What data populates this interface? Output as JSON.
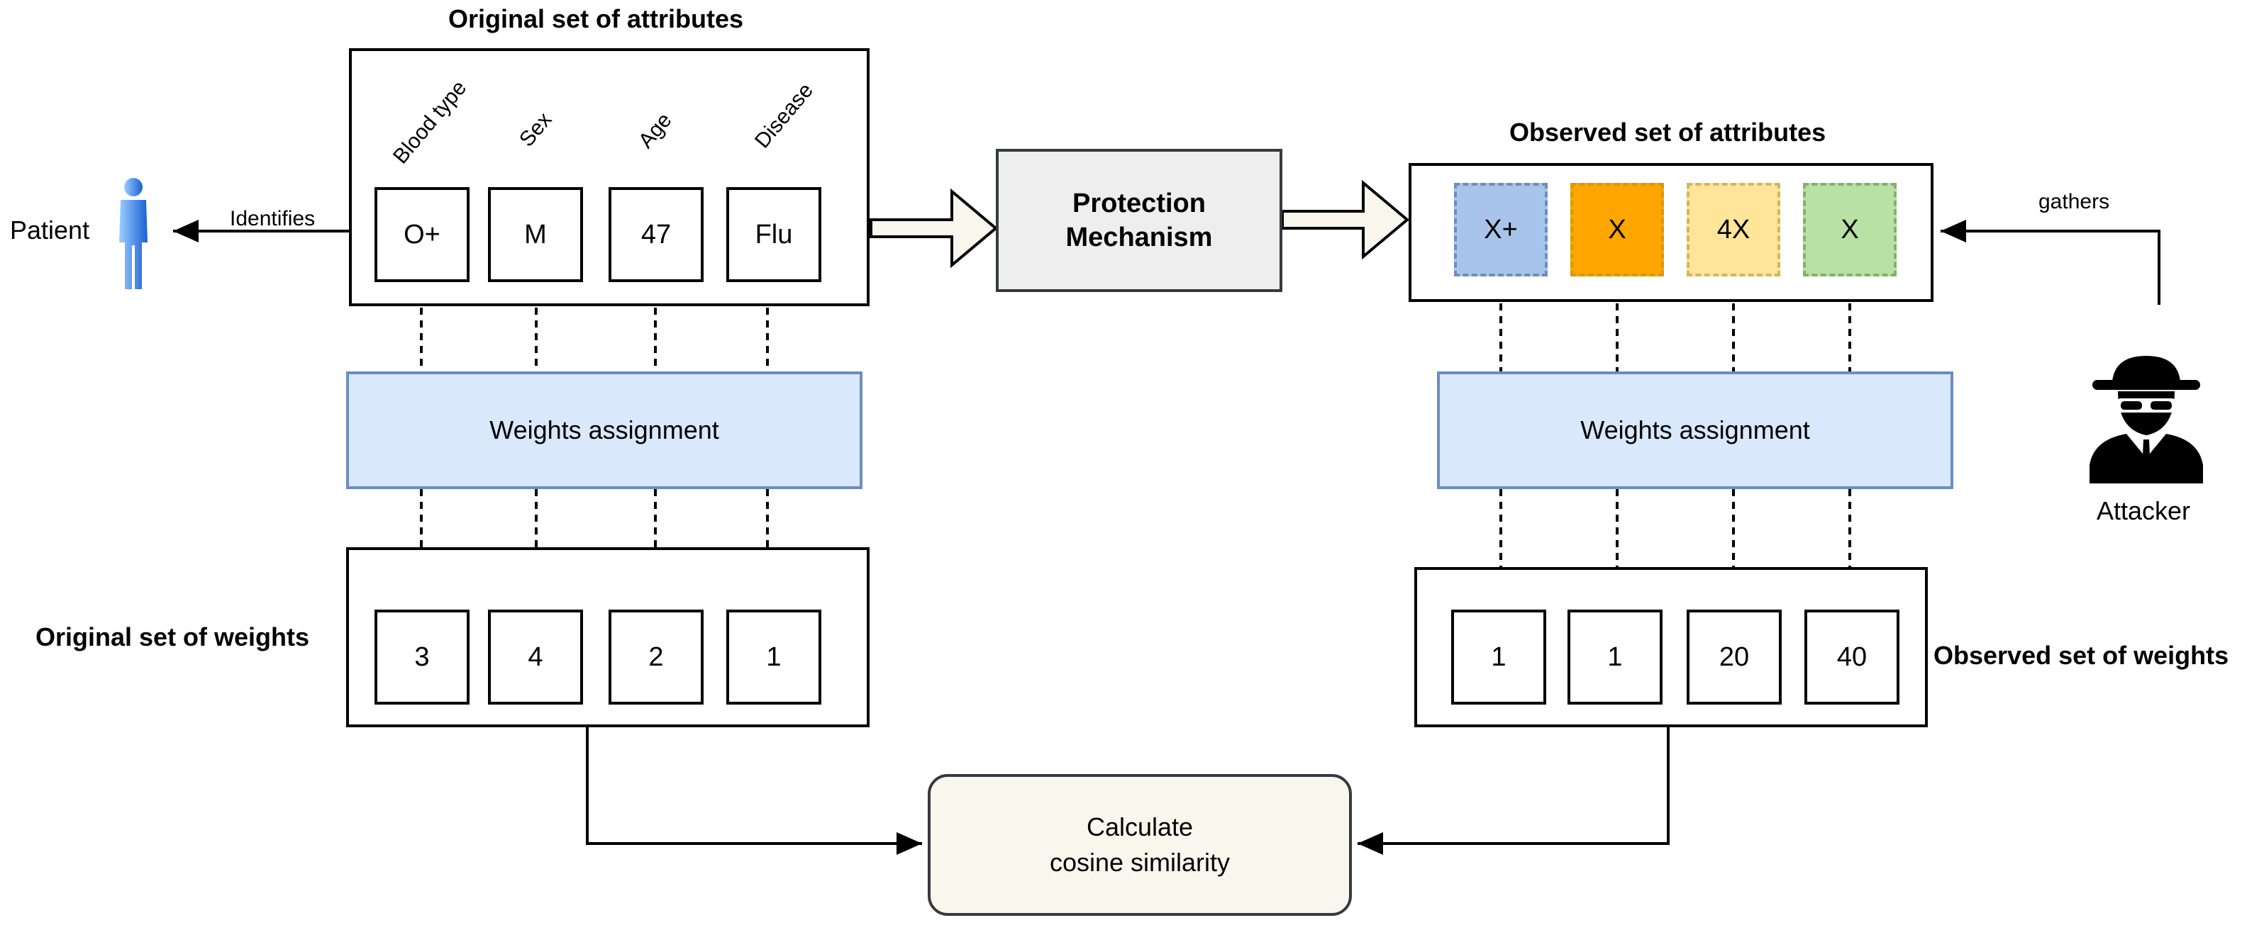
{
  "original_attributes": {
    "title": "Original set of attributes",
    "headers": [
      "Blood type",
      "Sex",
      "Age",
      "Disease"
    ],
    "values": [
      "O+",
      "M",
      "47",
      "Flu"
    ]
  },
  "patient": {
    "label": "Patient",
    "link_label": "Identifies"
  },
  "protection": {
    "line1": "Protection",
    "line2": "Mechanism"
  },
  "observed_attributes": {
    "title": "Observed set of attributes",
    "values": [
      "X+",
      "X",
      "4X",
      "X"
    ],
    "colors": [
      {
        "fill": "#a9c4eb",
        "border": "#6c8ebf"
      },
      {
        "fill": "#ffa500",
        "border": "#d79b00"
      },
      {
        "fill": "#ffe599",
        "border": "#d6b656"
      },
      {
        "fill": "#b9e0a5",
        "border": "#82b366"
      }
    ]
  },
  "attacker": {
    "label": "Attacker",
    "link_label": "gathers"
  },
  "weights_assignment": {
    "left_label": "Weights assignment",
    "right_label": "Weights assignment"
  },
  "original_weights": {
    "title": "Original set of weights",
    "values": [
      "3",
      "4",
      "2",
      "1"
    ]
  },
  "observed_weights": {
    "title": "Observed set of weights",
    "values": [
      "1",
      "1",
      "20",
      "40"
    ]
  },
  "calculate": {
    "line1": "Calculate",
    "line2": "cosine similarity"
  }
}
